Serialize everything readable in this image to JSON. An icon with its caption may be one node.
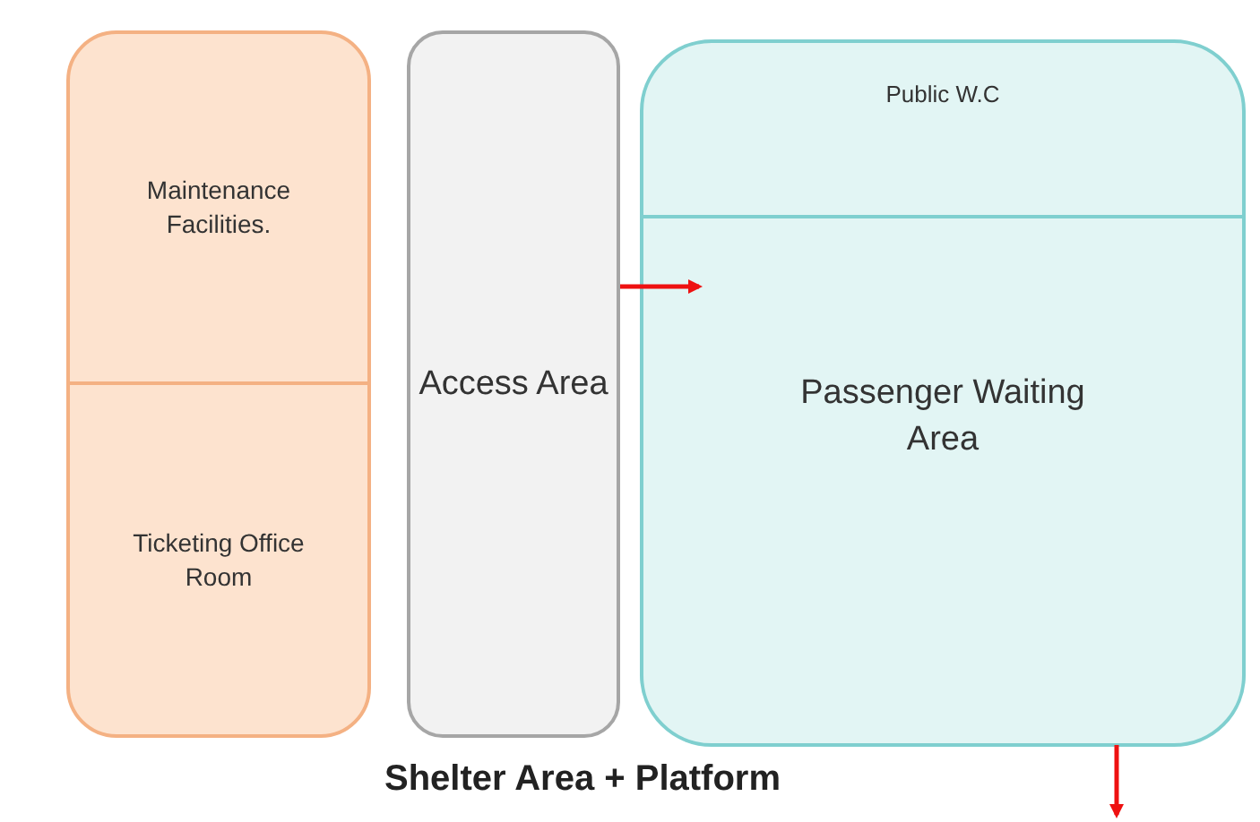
{
  "diagram": {
    "caption": "Shelter Area + Platform",
    "nodes": [
      {
        "text": [],
        "shape": "box"
      },
      {
        "text": [
          "Maintenance Facilities."
        ],
        "in": 0
      },
      {
        "text": [
          "Ticketing Office Room"
        ],
        "in": 0
      },
      {
        "text": [
          "Access Area"
        ]
      },
      {
        "text": [],
        "shape": "box"
      },
      {
        "text": [
          "Public W.C"
        ],
        "in": 4
      },
      {
        "text": [
          "Passenger Waiting Area"
        ],
        "in": 4
      }
    ],
    "edges": [
      {
        "from": 3,
        "to": 6,
        "arrow": "to"
      },
      {
        "from": 6,
        "to": null,
        "arrow": "to"
      }
    ]
  }
}
